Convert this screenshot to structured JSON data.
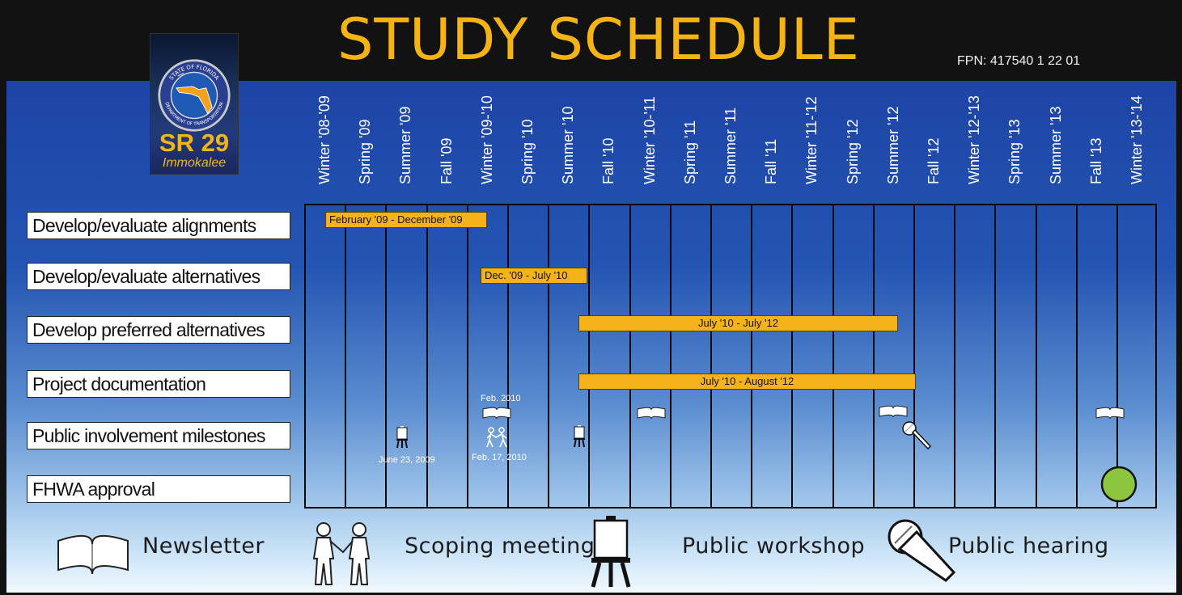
{
  "title": "STUDY SCHEDULE",
  "fpn": "FPN: 417540 1 22 01",
  "logo": {
    "line1": "SR 29",
    "line2": "Immokalee",
    "seal_top": "STATE OF FLORIDA",
    "seal_bottom": "DEPARTMENT OF TRANSPORTATION"
  },
  "columns": [
    "Winter '08-'09",
    "Spring '09",
    "Summer '09",
    "Fall '09",
    "Winter '09-'10",
    "Spring '10",
    "Summer '10",
    "Fall '10",
    "Winter '10-'11",
    "Spring '11",
    "Summer '11",
    "Fall '11",
    "Winter '11-'12",
    "Spring '12",
    "Summer '12",
    "Fall '12",
    "Winter '12-'13",
    "Spring '13",
    "Summer '13",
    "Fall '13",
    "Winter '13-'14"
  ],
  "tasks": [
    "Develop/evaluate alignments",
    "Develop/evaluate alternatives",
    "Develop preferred alternatives",
    "Project documentation",
    "Public involvement milestones",
    "FHWA approval"
  ],
  "bars": [
    {
      "label": "February '09 - December '09"
    },
    {
      "label": "Dec. '09 - July '10"
    },
    {
      "label": "July '10 - July '12"
    },
    {
      "label": "July '10 - August '12"
    }
  ],
  "milestone_notes": {
    "feb_2010": "Feb. 2010",
    "june_2009": "June 23, 2009",
    "feb_17_2010": "Feb. 17, 2010"
  },
  "legend": {
    "newsletter": "Newsletter",
    "scoping": "Scoping meeting",
    "workshop": "Public workshop",
    "hearing": "Public hearing"
  },
  "colors": {
    "title": "#f5b414",
    "bar": "#f6b21a",
    "approval": "#8cc63f"
  }
}
